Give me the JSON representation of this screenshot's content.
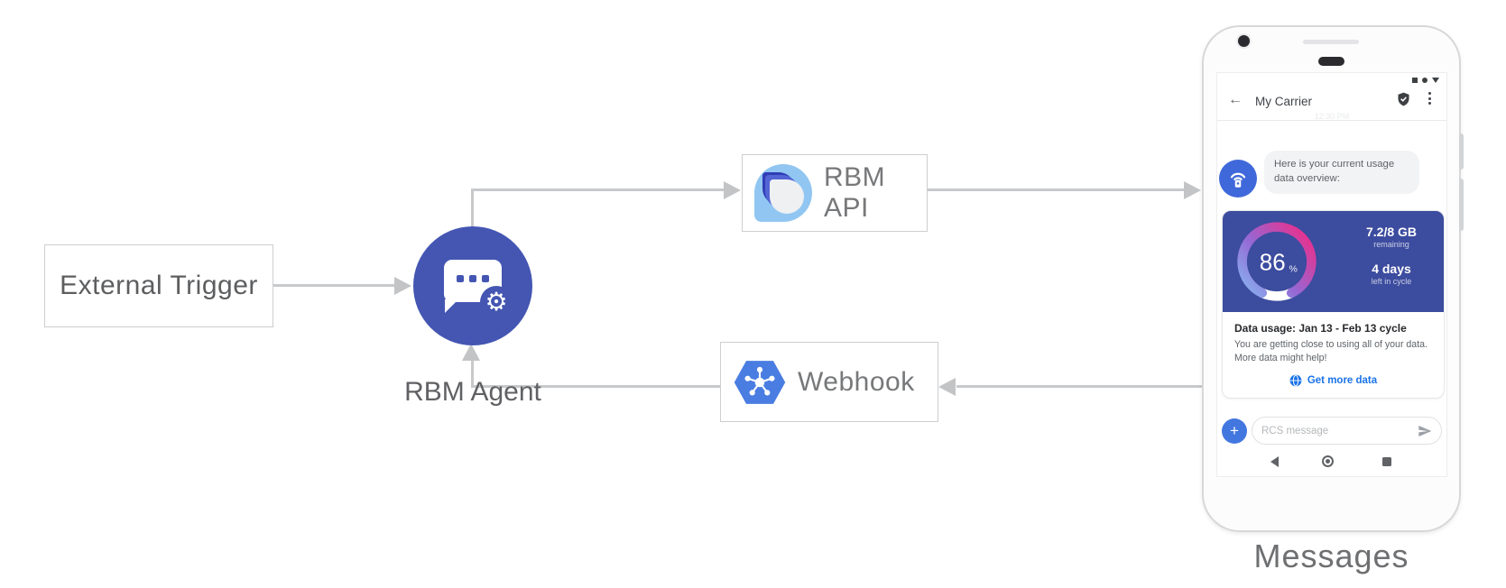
{
  "diagram": {
    "external_trigger_label": "External Trigger",
    "rbm_agent_label": "RBM Agent",
    "rbm_api_label": "RBM API",
    "webhook_label": "Webhook",
    "messages_caption": "Messages"
  },
  "phone": {
    "header": {
      "title": "My Carrier"
    },
    "faint_timestamp": "12:30 PM",
    "agent_message": {
      "line1": "Here is your current usage",
      "line2": "data overview:"
    },
    "usage_card": {
      "percent_value": "86",
      "percent_unit": "%",
      "remaining_value": "7.2/8 GB",
      "remaining_label": "remaining",
      "cycle_days_value": "4 days",
      "cycle_days_label": "left in cycle",
      "heading": "Data usage: Jan 13 - Feb 13 cycle",
      "body_line1": "You are getting close to using all of your data.",
      "body_line2": "More data might help!",
      "action_label": "Get more data"
    },
    "composer": {
      "placeholder": "RCS message"
    }
  },
  "icons": {
    "gear": "⚙",
    "back_arrow": "←",
    "plus": "+"
  },
  "colors": {
    "agent_circle": "#4456b2",
    "usage_panel": "#3c4c9f",
    "gauge_gradient": [
      "#87b2ef",
      "#9668d4",
      "#e8308d"
    ],
    "link_blue": "#1a73e8",
    "plus_button": "#4377e0",
    "avatar_blue": "#3f68da",
    "rbm_logo_light_blue": "#92c6f2",
    "webhook_hexagon": "#4a7de2",
    "connector_gray": "#c7c9cb"
  }
}
